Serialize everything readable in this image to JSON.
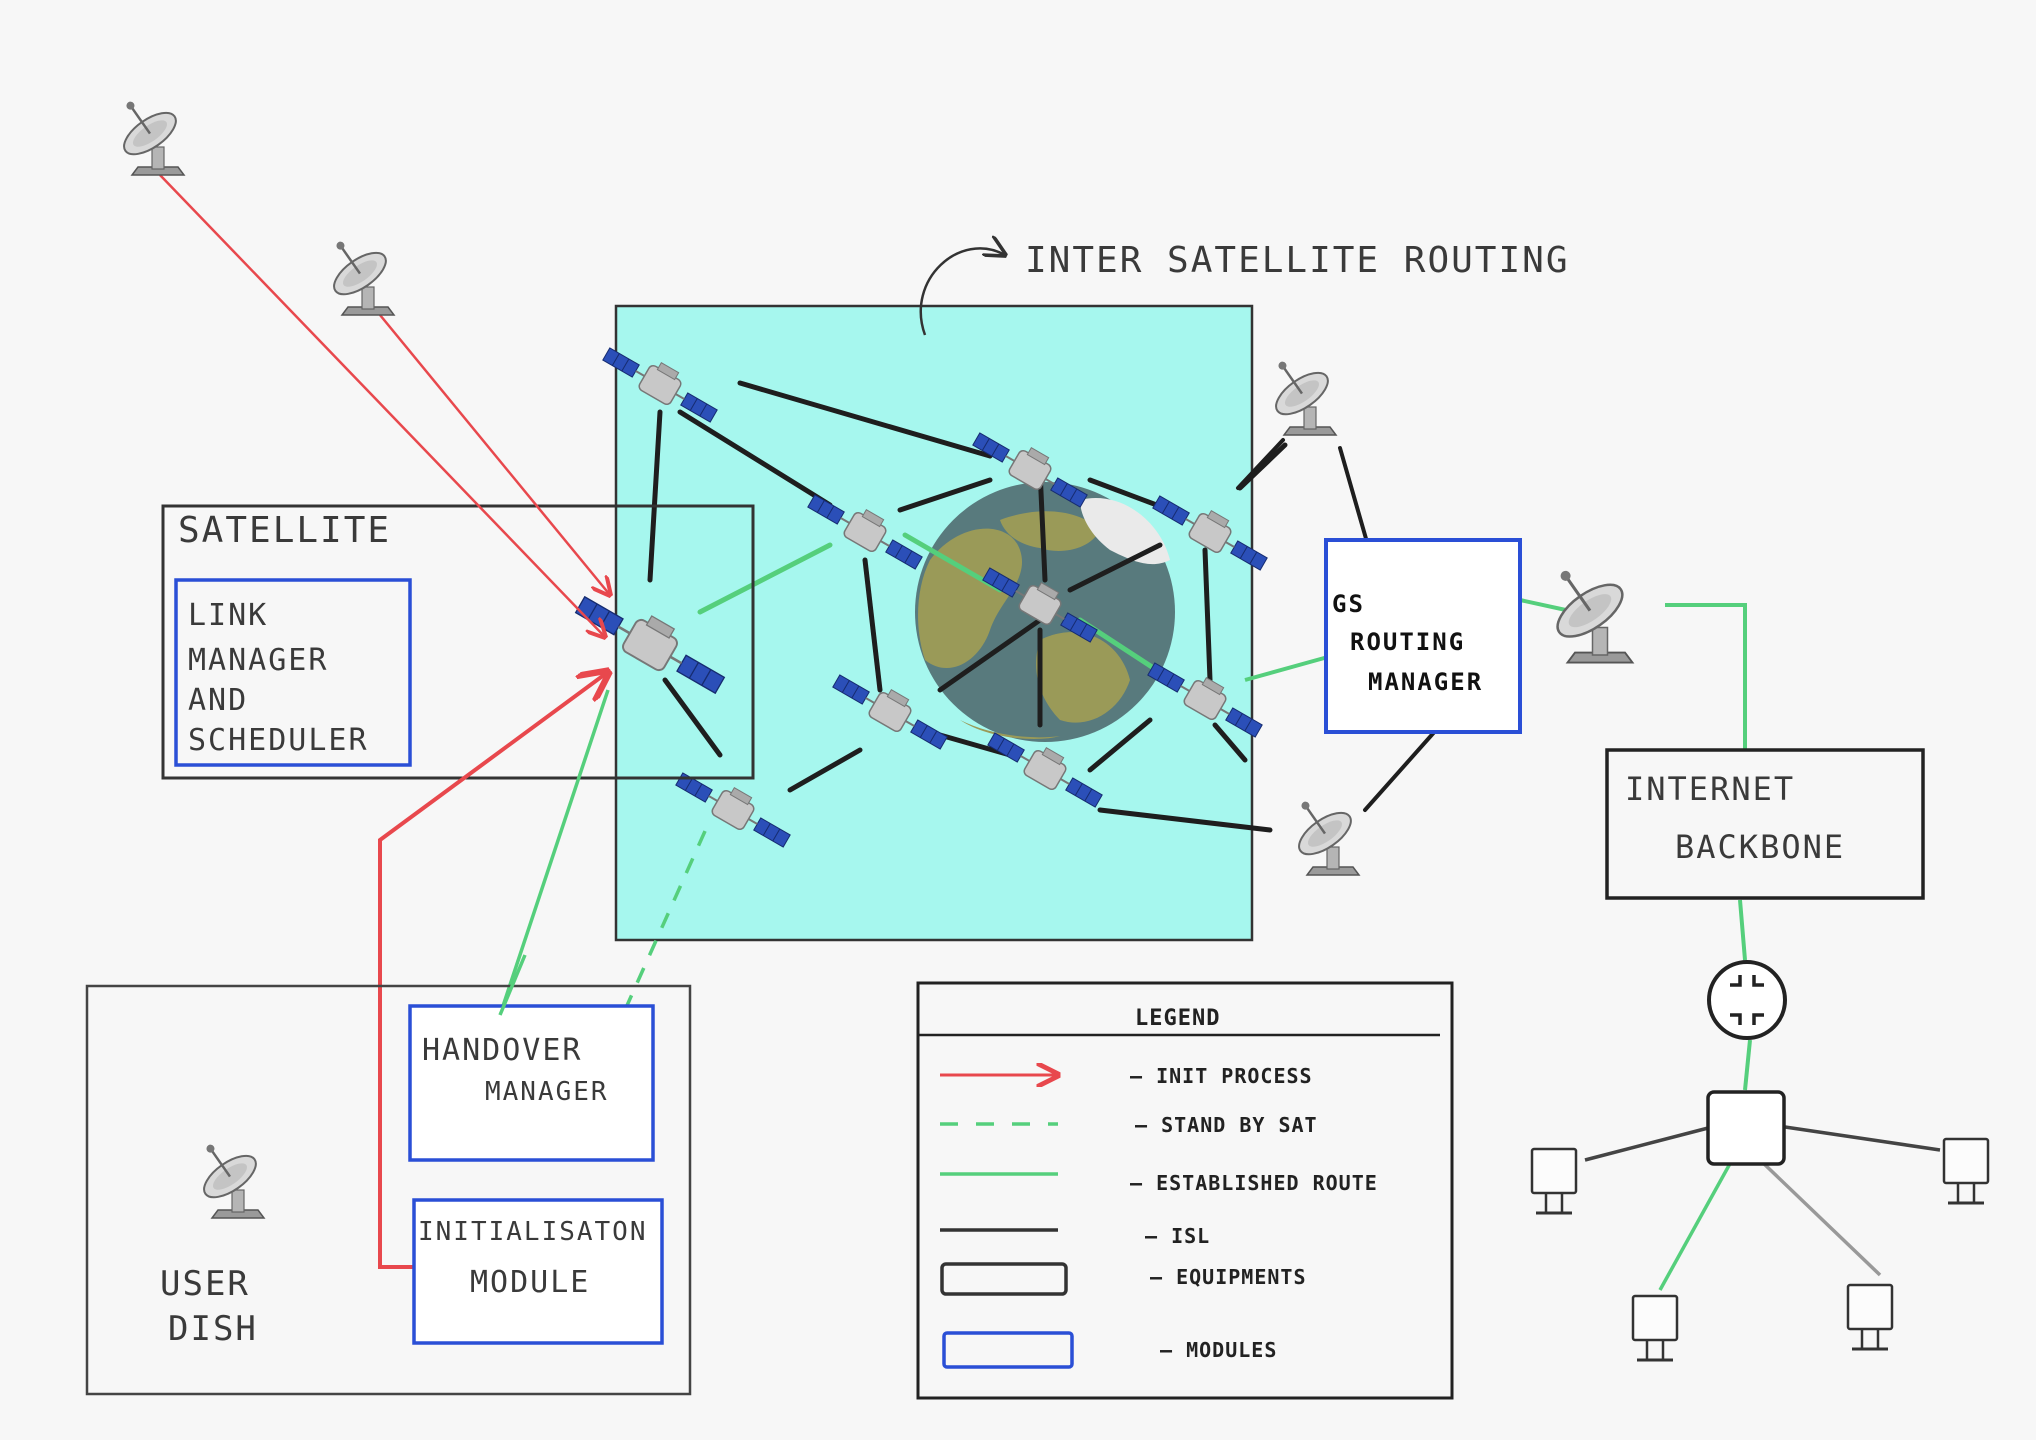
{
  "annotations": {
    "inter_satellite_routing": "INTER SATELLITE ROUTING"
  },
  "satellite_box": {
    "title": "SATELLITE",
    "module_lines": [
      "LINK",
      "MANAGER",
      "AND",
      "SCHEDULER"
    ]
  },
  "gs_box": {
    "lines": [
      "GS",
      "ROUTING",
      "MANAGER"
    ]
  },
  "internet_box": {
    "lines": [
      "INTERNET",
      "BACKBONE"
    ]
  },
  "user_box": {
    "label_lines": [
      "USER",
      "DISH"
    ],
    "handover_lines": [
      "HANDOVER",
      "MANAGER"
    ],
    "init_lines": [
      "INITIALISATON",
      "MODULE"
    ]
  },
  "legend": {
    "title": "LEGEND",
    "items": [
      {
        "kind": "red-arrow",
        "label": "— INIT PROCESS"
      },
      {
        "kind": "green-dashed",
        "label": "— STAND BY SAT"
      },
      {
        "kind": "green-solid",
        "label": "— ESTABLISHED ROUTE"
      },
      {
        "kind": "black-line",
        "label": "— ISL"
      },
      {
        "kind": "black-box",
        "label": "— EQUIPMENTS"
      },
      {
        "kind": "blue-box",
        "label": "— MODULES"
      }
    ]
  },
  "colors": {
    "constellation_bg": "#a6f7ee",
    "module_blue": "#2a4fd6",
    "init_red": "#e8484d",
    "route_green": "#55cf7c",
    "isl_black": "#1e1e1e",
    "equipment_border": "#333333"
  },
  "icons": [
    "satellite-dish-icon",
    "satellite-icon",
    "earth-globe-icon",
    "router-icon",
    "switch-icon",
    "computer-terminal-icon"
  ]
}
